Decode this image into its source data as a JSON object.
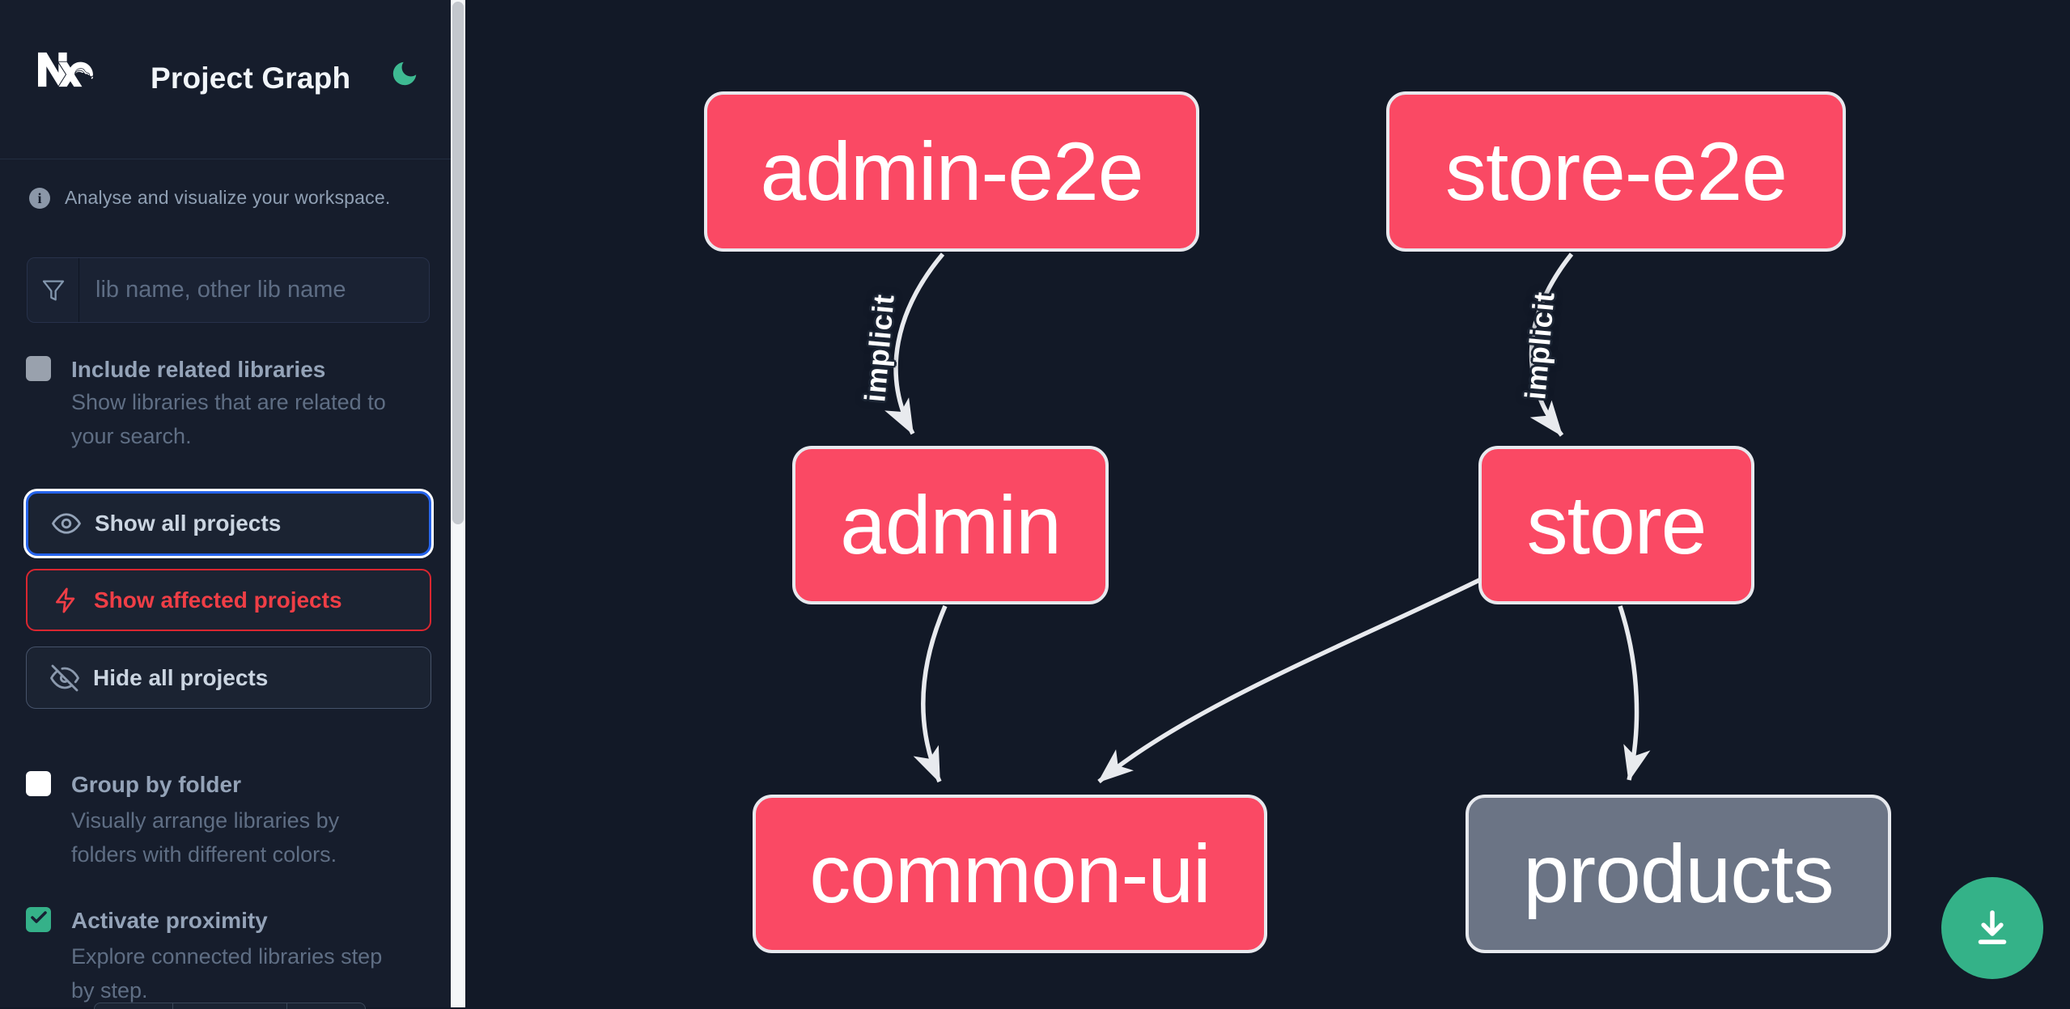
{
  "header": {
    "title": "Project Graph"
  },
  "sidebar": {
    "info_text": "Analyse and visualize your workspace.",
    "search": {
      "placeholder": "lib name, other lib name",
      "value": ""
    },
    "include_related": {
      "label": "Include related libraries",
      "description": "Show libraries that are related to your search.",
      "checked": false
    },
    "actions": {
      "show_all": "Show all projects",
      "show_affected": "Show affected projects",
      "hide_all": "Hide all projects"
    },
    "group_by_folder": {
      "label": "Group by folder",
      "description": "Visually arrange libraries by folders with different colors.",
      "checked": false
    },
    "activate_proximity": {
      "label": "Activate proximity",
      "description": "Explore connected libraries step by step.",
      "checked": true
    }
  },
  "graph": {
    "nodes": [
      {
        "id": "admin-e2e",
        "label": "admin-e2e",
        "style": "pink"
      },
      {
        "id": "store-e2e",
        "label": "store-e2e",
        "style": "pink"
      },
      {
        "id": "admin",
        "label": "admin",
        "style": "pink"
      },
      {
        "id": "store",
        "label": "store",
        "style": "pink"
      },
      {
        "id": "common-ui",
        "label": "common-ui",
        "style": "pink"
      },
      {
        "id": "products",
        "label": "products",
        "style": "gray"
      }
    ],
    "edges": [
      {
        "from": "admin-e2e",
        "to": "admin",
        "label": "implicit"
      },
      {
        "from": "store-e2e",
        "to": "store",
        "label": "implicit"
      },
      {
        "from": "admin",
        "to": "common-ui",
        "label": ""
      },
      {
        "from": "store",
        "to": "common-ui",
        "label": ""
      },
      {
        "from": "store",
        "to": "products",
        "label": ""
      }
    ]
  },
  "fab": {
    "icon": "download"
  },
  "colors": {
    "background": "#121927",
    "sidebar": "#161d2c",
    "node_pink": "#fa4964",
    "node_gray": "#6b7485",
    "node_border": "#e7e9ee",
    "edge": "#e8eaee",
    "accent_green": "#34b288",
    "moon_green": "#3eba92",
    "focus_blue": "#2563eb",
    "alert_red": "#ef3e46"
  }
}
